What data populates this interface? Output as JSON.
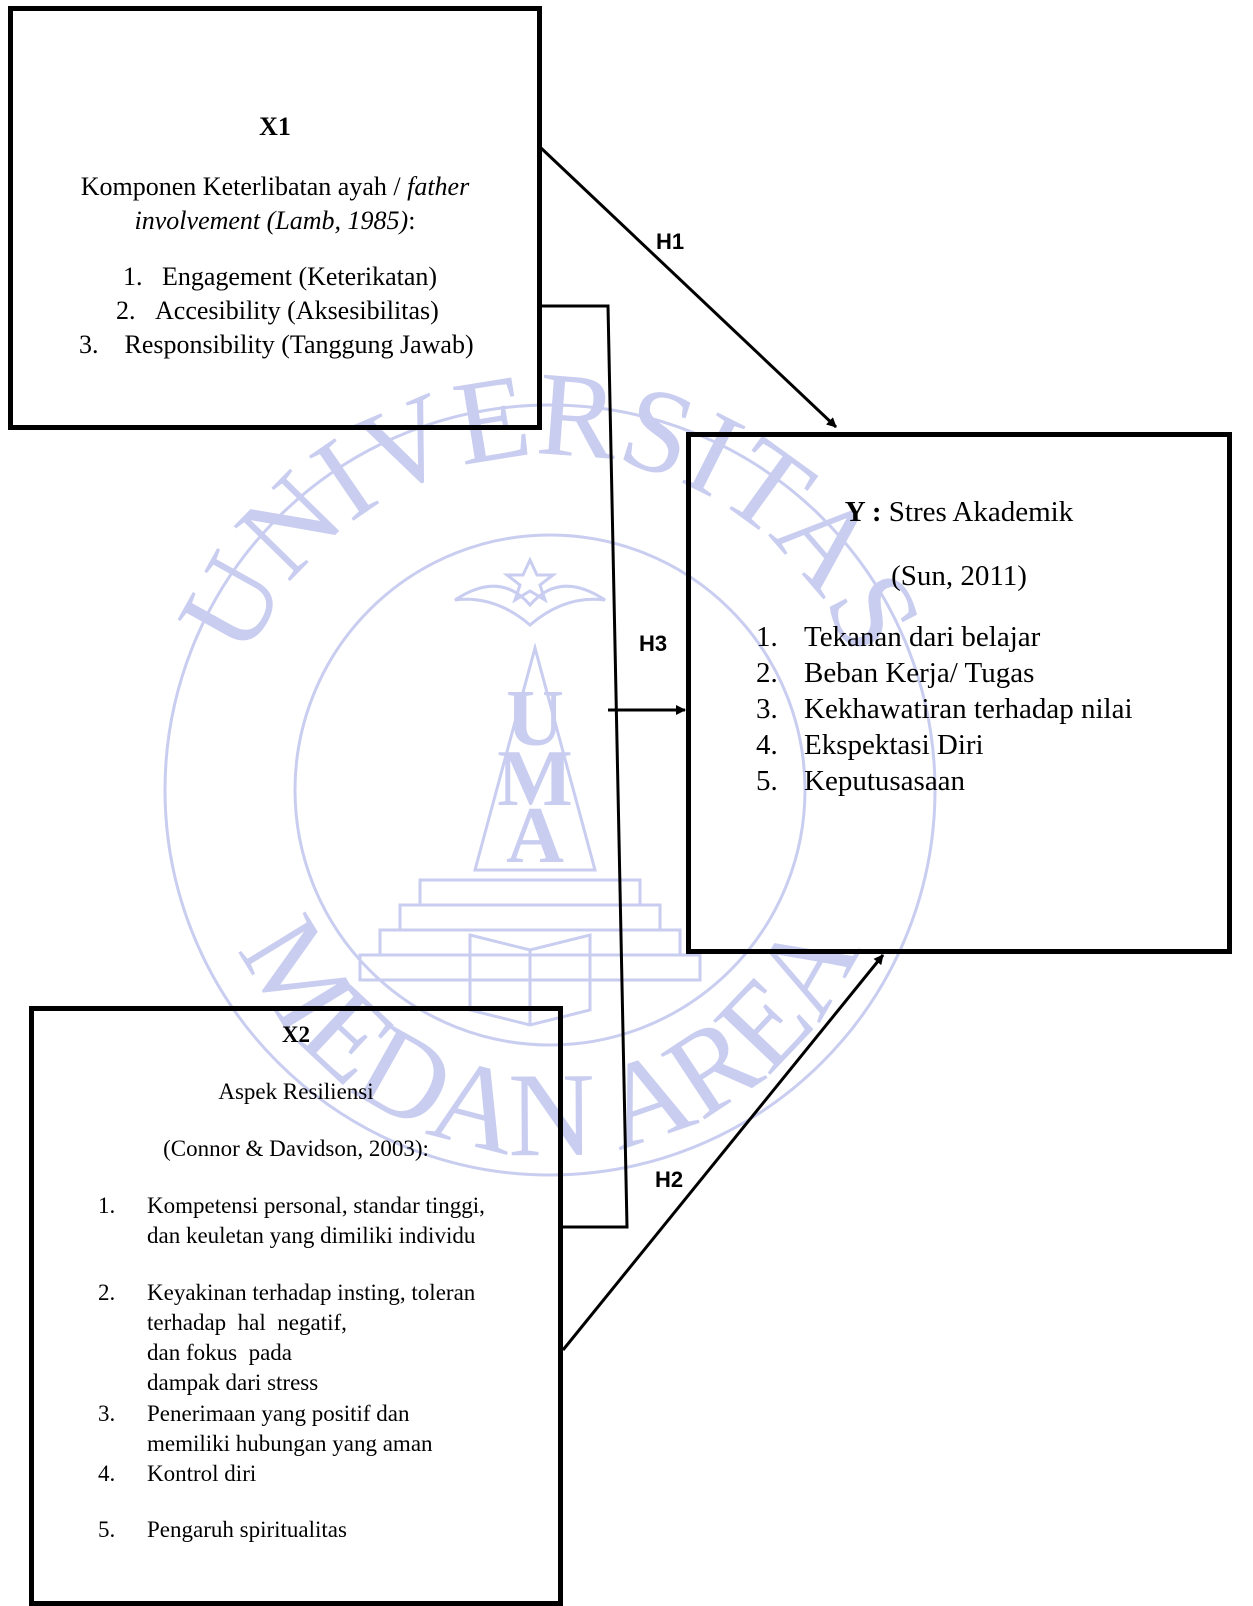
{
  "watermark": {
    "top_text": "UNIVERSITAS",
    "bottom_text": "MEDAN AREA",
    "monument_letters": [
      "U",
      "M",
      "A"
    ],
    "color": "#c9cdf0"
  },
  "x1": {
    "code": "X1",
    "title_prefix": "Komponen Keterlibatan ayah / ",
    "title_italic_1": "father",
    "title_italic_2": "involvement (Lamb, 1985)",
    "title_suffix": ":",
    "items": [
      {
        "num": "1.",
        "text": "Engagement (Keterikatan)"
      },
      {
        "num": "2.",
        "text": "Accesibility (Aksesibilitas)"
      },
      {
        "num": "3.",
        "text": "Responsibility (Tanggung Jawab)"
      }
    ]
  },
  "y": {
    "code": "Y :",
    "title": " Stres Akademik",
    "source": "(Sun, 2011)",
    "items": [
      {
        "num": "1.",
        "text": "Tekanan dari belajar"
      },
      {
        "num": "2.",
        "text": "Beban Kerja/ Tugas"
      },
      {
        "num": "3.",
        "text": "Kekhawatiran terhadap nilai"
      },
      {
        "num": "4.",
        "text": "Ekspektasi Diri"
      },
      {
        "num": "5.",
        "text": "Keputusasaan"
      }
    ]
  },
  "x2": {
    "code": "X2",
    "title": "Aspek Resiliensi",
    "source": "(Connor & Davidson, 2003):",
    "items": [
      {
        "num": "1.",
        "lines": [
          "Kompetensi personal, standar tinggi,",
          "dan keuletan yang dimiliki individu"
        ]
      },
      {
        "num": "2.",
        "lines": [
          "Keyakinan terhadap insting, toleran",
          "terhadap  hal  negatif,",
          "dan fokus  pada",
          "dampak dari stress"
        ]
      },
      {
        "num": "3.",
        "lines": [
          "Penerimaan yang positif dan",
          "memiliki hubungan yang aman"
        ]
      },
      {
        "num": "4.",
        "lines": [
          "Kontrol diri"
        ]
      },
      {
        "num": "5.",
        "lines": [
          "Pengaruh spiritualitas"
        ]
      }
    ]
  },
  "hypotheses": {
    "h1": "H1",
    "h2": "H2",
    "h3": "H3"
  }
}
